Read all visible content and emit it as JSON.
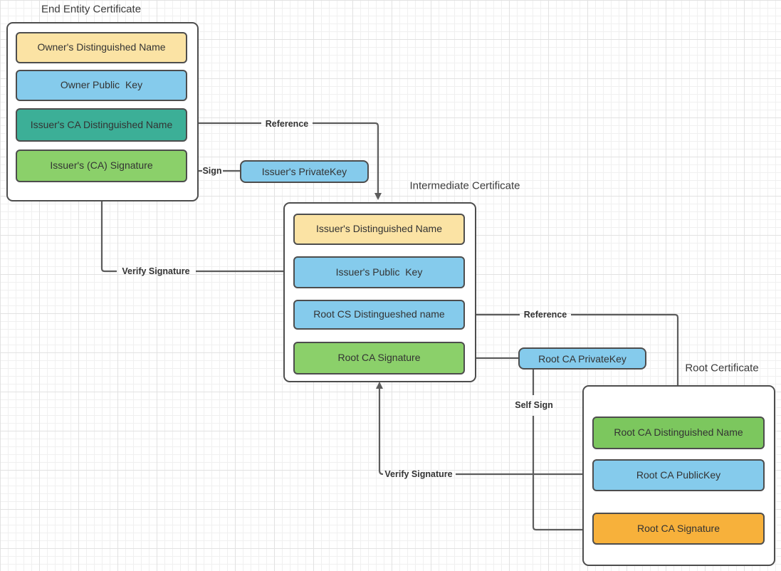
{
  "canvas": {
    "grid_minor_color": "#f0f0f0",
    "grid_major_color": "#e2e2e2",
    "shape_border_color": "#4d4d4d",
    "connector_color": "#5c5c5c"
  },
  "certificates": [
    {
      "title": "End Entity Certificate",
      "fields": [
        {
          "label": "Owner's Distinguished Name",
          "color": "#FBE3A4"
        },
        {
          "label": "Owner Public  Key",
          "color": "#85CBEC"
        },
        {
          "label": "Issuer's CA Distinguished Name",
          "color": "#3CAF97"
        },
        {
          "label": "Issuer's (CA) Signature",
          "color": "#8BD06A"
        }
      ]
    },
    {
      "title": "Intermediate Certificate",
      "fields": [
        {
          "label": "Issuer's Distinguished Name",
          "color": "#FBE3A4"
        },
        {
          "label": "Issuer's Public  Key",
          "color": "#85CBEC"
        },
        {
          "label": "Root CS Distingueshed name",
          "color": "#85CBEC"
        },
        {
          "label": "Root CA Signature",
          "color": "#8BD06A"
        }
      ]
    },
    {
      "title": "Root Certificate",
      "fields": [
        {
          "label": "Root CA Distinguished Name",
          "color": "#7CC75E"
        },
        {
          "label": "Root CA PublicKey",
          "color": "#85CBEC"
        },
        {
          "label": "Root CA Signature",
          "color": "#F7B13B"
        }
      ]
    }
  ],
  "keys": [
    {
      "label": "Issuer's PrivateKey",
      "color": "#85CBEC"
    },
    {
      "label": "Root CA PrivateKey",
      "color": "#85CBEC"
    }
  ],
  "edges": [
    {
      "label": "Reference"
    },
    {
      "label": "Sign"
    },
    {
      "label": "Verify Signature"
    },
    {
      "label": "Reference"
    },
    {
      "label": "Self Sign"
    },
    {
      "label": "Verify Signature"
    }
  ]
}
